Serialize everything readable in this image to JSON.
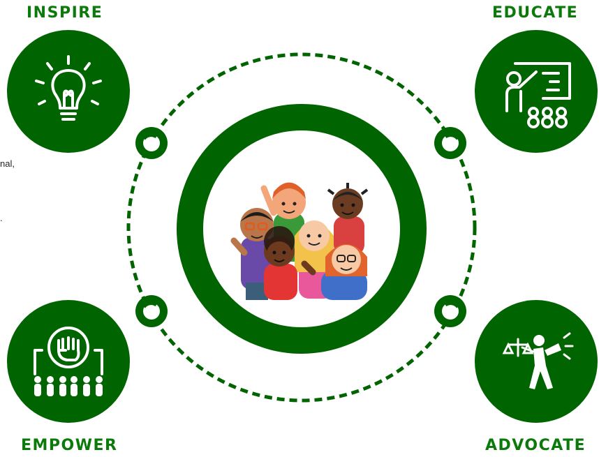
{
  "labels": {
    "inspire": "INSPIRE",
    "educate": "EDUCATE",
    "empower": "EMPOWER",
    "advocate": "ADVOCATE"
  },
  "side_text": {
    "line1": "nal,",
    "line2": "."
  },
  "icons": {
    "inspire": "lightbulb-icon",
    "educate": "teacher-board-icon",
    "empower": "raised-fist-crowd-icon",
    "advocate": "megaphone-justice-icon",
    "center": "group-of-children-illustration"
  },
  "colors": {
    "primary_green": "#006400",
    "label_green": "#0b7a0b",
    "white": "#ffffff"
  }
}
